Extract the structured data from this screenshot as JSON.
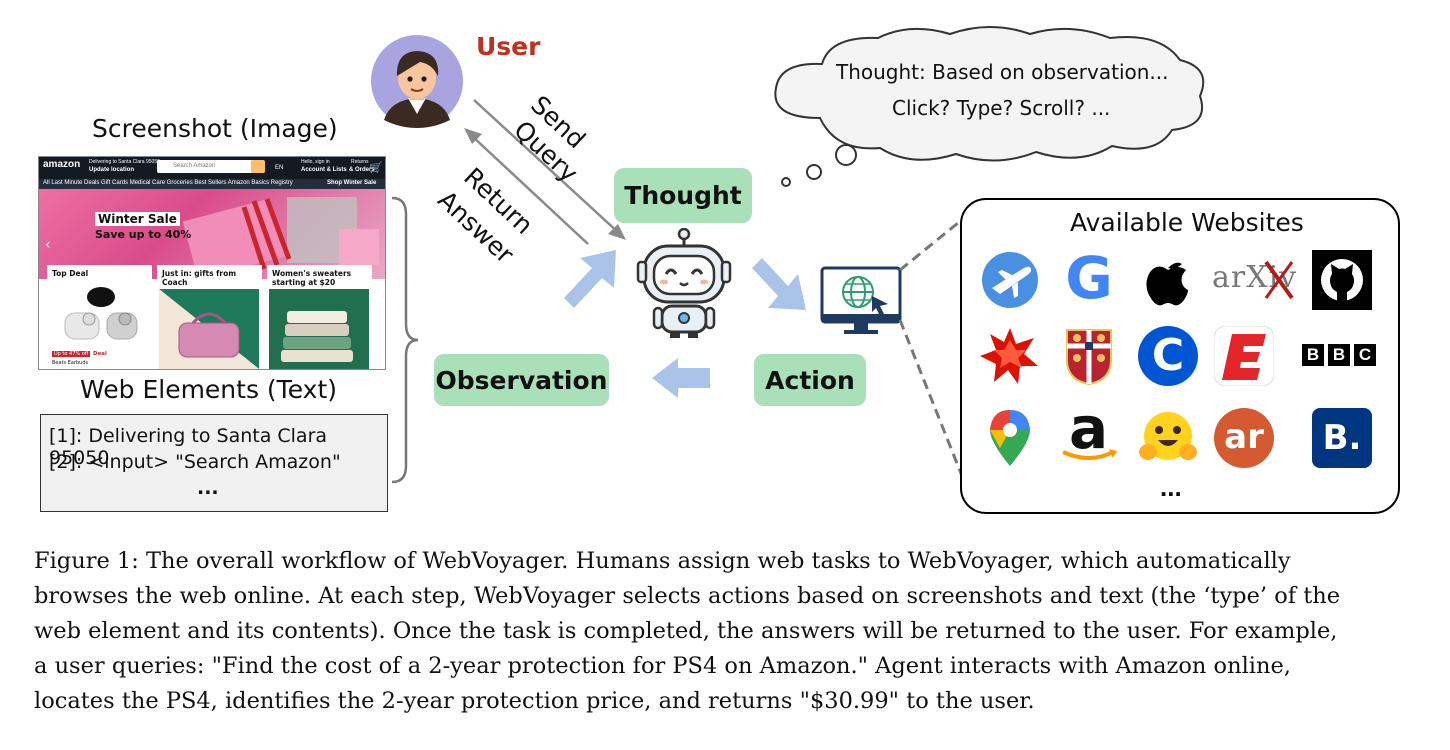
{
  "figure": {
    "user_label": "User",
    "send_query": [
      "Send",
      "Query"
    ],
    "return_answer": [
      "Return",
      "Answer"
    ],
    "screenshot_title": "Screenshot (Image)",
    "web_elements_title": "Web Elements (Text)",
    "web_elements": [
      "[1]: Delivering to Santa Clara 95050",
      "[2]: <input> \"Search Amazon\"",
      "..."
    ],
    "thought_label": "Thought",
    "observation_label": "Observation",
    "action_label": "Action",
    "thought_bubble": [
      "Thought: Based on observation...",
      "Click? Type? Scroll? ..."
    ],
    "available_websites_title": "Available Websites",
    "more_sites": "...",
    "websites": [
      "google-flights",
      "google",
      "apple",
      "arxiv",
      "github",
      "wolfram-alpha",
      "cambridge-dictionary",
      "coursera",
      "espn",
      "bbc",
      "google-maps",
      "amazon",
      "huggingface",
      "allrecipes",
      "booking"
    ],
    "arxiv_text": "arXiv",
    "bbc_letters": [
      "B",
      "B",
      "C"
    ],
    "google_letter": "G",
    "amazon_letter": "a",
    "booking_letter": "B.",
    "coursera_letter": "C",
    "allrecipes_letter": "ar",
    "colors": {
      "pill_green": "#a9dfb9",
      "arrow_blue": "#a9c4e8",
      "user_red": "#c0301f"
    }
  },
  "screenshot": {
    "logo": "amazon",
    "deliver": "Delivering to Santa Clara 95050",
    "update": "Update location",
    "search_placeholder": "Search Amazon",
    "lang": "EN",
    "account": "Hello, sign in",
    "account2": "Account & Lists",
    "returns": "Returns",
    "orders": "& Orders",
    "nav": "All   Last Minute Deals   Gift Cards   Medical Care   Groceries   Best Sellers   Amazon Basics   Registry",
    "nav_right": "Shop Winter Sale",
    "sale_title": "Winter Sale",
    "sale_sub": "Save up to 40%",
    "card1_title": "Top Deal",
    "card2_title": "Just in: gifts from Coach",
    "card3_title": "Women's sweaters starting at $20",
    "deal_badge": "Up to 47% off",
    "deal_word": "Deal",
    "card1_footer": "Beats Earbuds"
  },
  "caption": {
    "lines": [
      "Figure 1: The overall workflow of WebVoyager. Humans assign web tasks to WebVoyager, which automatically",
      "browses the web online. At each step, WebVoyager selects actions based on screenshots and text (the ‘type’ of the",
      "web element and its contents). Once the task is completed, the answers will be returned to the user. For example,",
      "a user queries: \"Find the cost of a 2-year protection for PS4 on Amazon.\" Agent interacts with Amazon online,",
      "locates the PS4, identifies the 2-year protection price, and returns \"$30.99\" to the user."
    ]
  }
}
